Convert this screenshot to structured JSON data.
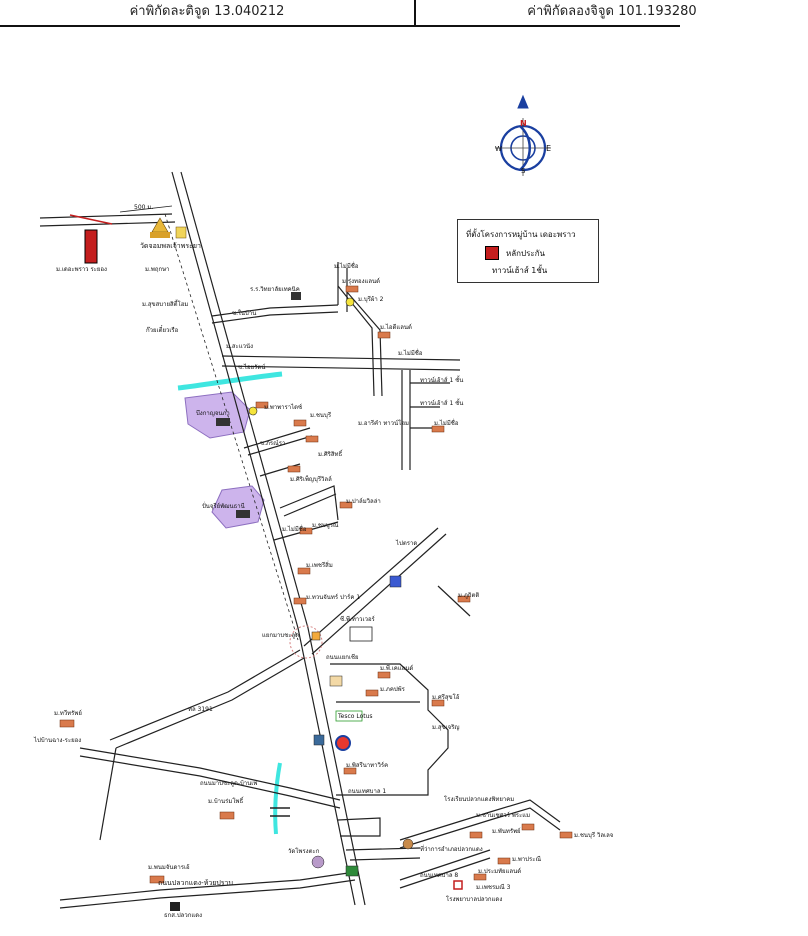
{
  "header": {
    "lat_label": "ค่าพิกัดละติจูด 13.040212",
    "lon_label": "ค่าพิกัดลองจิจูด 101.193280"
  },
  "compass": {
    "n": "N",
    "e": "E",
    "s": "S",
    "w": "W"
  },
  "legend": {
    "title": "ที่ตั้งโครงการหมู่บ้าน เดอะพราว",
    "item1": "หลักประกัน",
    "item2": "ทาวน์เฮ้าส์ 1ชั้น"
  },
  "colors": {
    "road": "#222222",
    "canal": "#3fe6e0",
    "zone": "#cdb4ec",
    "subject": "#c41e1e",
    "compass": "#1a3fa0"
  },
  "places": {
    "temple": "วัดจอมพลเจ้าพระยา",
    "subject": "ม.เดอะพราว ระยอง",
    "road_500m": "500 ม.",
    "p1": "ม.พฤกษา",
    "p2": "ม.สุขสบายสิตี้โฮม",
    "p3": "ก๊วยเตี๋ยวเรือ",
    "p4": "ม.สะแวนัง",
    "p5": "ซ.ในบ้าน",
    "p6": "ร.ร.วิทยาลัยเทคนิค",
    "p7": "ม.ไม่มีชื่อ",
    "p8": "ม.รุ่งทองแลนด์",
    "p9": "ม.บุรีผ้า 2",
    "p10": "ม.ไม่มีชื่อ",
    "p11": "ม.ไอดีแลนด์",
    "p12": "ม.ไม่มีชื่อ",
    "p13": "ทาวน์เฮ้าส์ 1 ชั้น",
    "p14": "ทาวน์เฮ้าส์ 1 ชั้น",
    "p15": "ม.ไม่มีชื่อ",
    "p16": "ม.อารีคำ ทาวน์โฮม",
    "p17": "ซ.ไอยรัตน์",
    "p18": "บึงกาญจนภา",
    "p19": "ม.พาพาราไดซ์",
    "p20": "ม.ชนบุรี",
    "p21": "ม.ศิริสิทธิ์",
    "p22": "ม.ศิริเพ็ญบุรีวิลล์",
    "p23": "ซ.ภรณ์รา",
    "p24": "ปั่นจุรีย์พัฒนธานี",
    "p25": "ม.ปาล์มวิลล่า",
    "p26": "ม.ชมบูรณ์",
    "p27": "ม.ไม่มีชื่อ",
    "p28": "ม.เพชรีสิ่ม",
    "p29": "ม.ทวนจันทร์ ปาร์ค 1",
    "p30": "ไปตราด",
    "p31": "ม.ภูกิตติ",
    "p32": "ซี.พี.ทาวเวอร์",
    "p33": "แยกมาบชะลูด",
    "p34": "ถนนแยกเชีย",
    "p35": "ม.พี.เคแลนด์",
    "p36": "ม.ภคปพ้ร",
    "p37": "Tesco Lotus",
    "p38": "ม.ศรีสุขโอ้",
    "p39": "ม.สุขเจริญ",
    "p40": "ม.พิสรีนาทาวิร์ค",
    "p41": "ถนนเทศบาล 1",
    "p42": "ม.ทวีทรัพย์",
    "p43": "ไปบ้านฉาง-ระยอง",
    "p44": "ถนนมาบชะลูด-บ้านเพ",
    "p45": "ทล 3191",
    "p46": "ม.บ้านร่มโพธิ์",
    "p47": "โรงเรียนปลวกแดงพิทยาคม",
    "p48": "ม.ชานเชศวร์ พระแม",
    "p49": "ม.พันทรัพย์",
    "p50": "ม.ชนบุรี วิลเลจ",
    "p51": "ม.พาประณี",
    "p52": "วัดโพรงตะก",
    "p53": "ที่ว่าการอำเภอปลวกแดง",
    "p54": "ม.ประมทัยแลนด์",
    "p55": "ม.พนมจันดารเอ้",
    "p56": "ถนนปลวกแดง-ห้วยปราบ",
    "p57": "ถนนเทศบาล 8",
    "p58": "ม.เพชรมณี 3",
    "p59": "โรงพยาบาลปลวกแดง",
    "p60": "ธกส.ปลวกแดง"
  }
}
